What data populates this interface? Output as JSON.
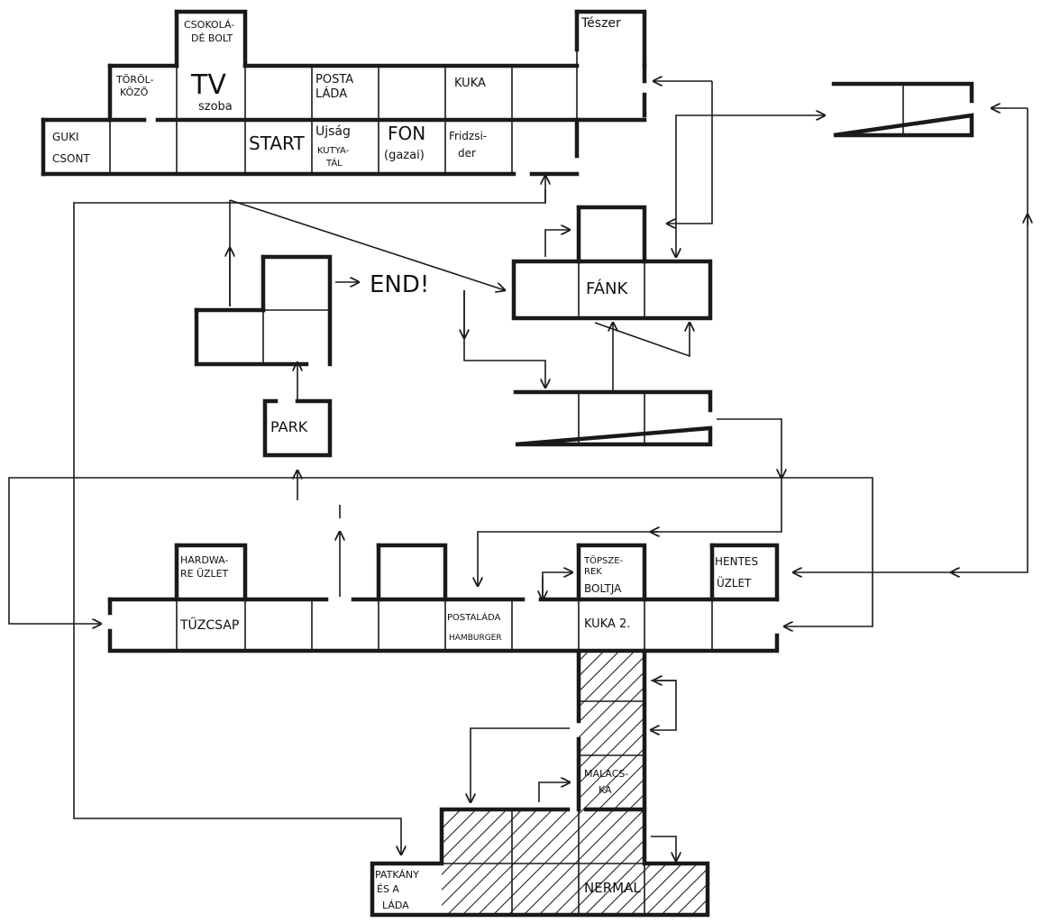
{
  "labels": {
    "csokolade": [
      "CSOKOLÁ-",
      "DÉ BOLT"
    ],
    "teszer": "Tészer",
    "torolkozo": [
      "TÖRÖL-",
      "KÖZŐ"
    ],
    "tv": "TV",
    "szoba": "szoba",
    "posta": [
      "POSTA",
      "LÁDA"
    ],
    "kuka": "KUKA",
    "guki": [
      "GUKI",
      "CSONT"
    ],
    "start": "START",
    "ujsag": [
      "Ujság",
      "KUTYA-",
      "TÁL"
    ],
    "fon": [
      "FON",
      "(gazai)"
    ],
    "fridzsi": [
      "Fridzsi-",
      "der"
    ],
    "end": "END!",
    "fank": "FÁNK",
    "park": "PARK",
    "hardware": [
      "HARDWA-",
      "RE ÜZLET"
    ],
    "tuzcsap": "TŰZCSAP",
    "postalada2": "POSTALÁDA",
    "hamburger": "HAMBURGER",
    "topszer": [
      "TÖPSZE-",
      "REK",
      "BOLTJA"
    ],
    "kuka2": "KUKA 2.",
    "hentes": [
      "HENTES",
      "ÜZLET"
    ],
    "malacka": [
      "MALACS-",
      "KA"
    ],
    "patkany": [
      "PATKÁNY",
      "ÉS A",
      "LÁDA"
    ],
    "nermal": "NERMAL"
  }
}
